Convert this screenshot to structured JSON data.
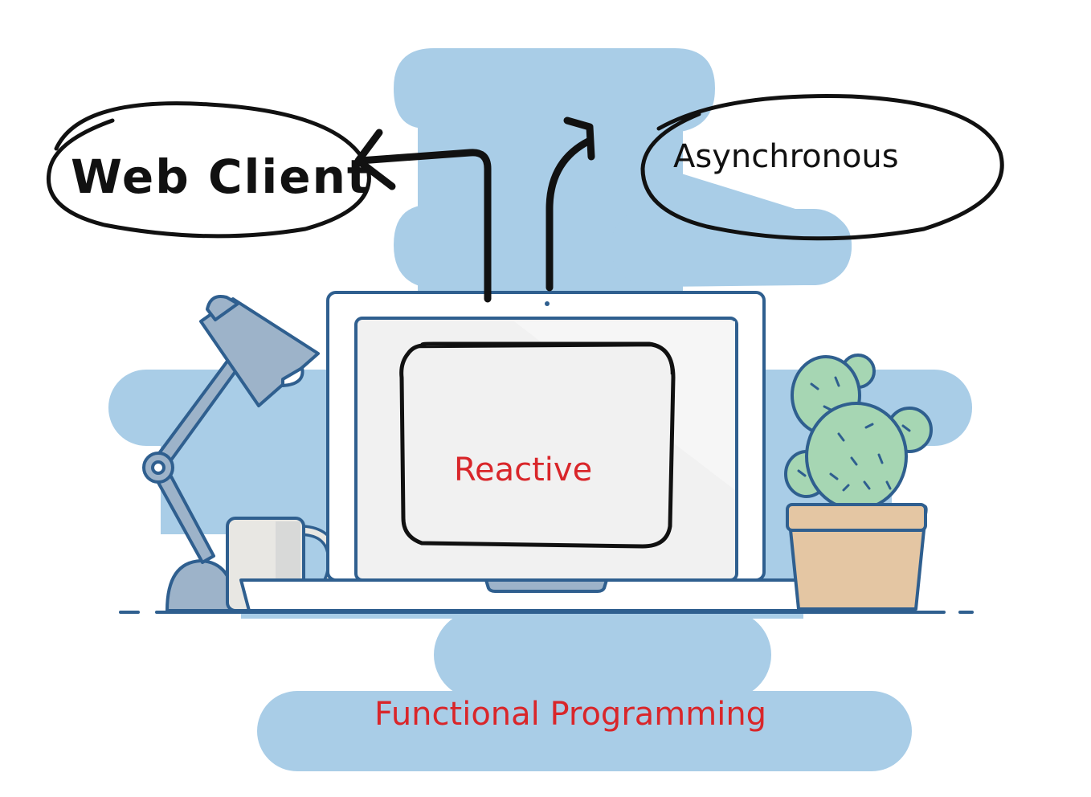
{
  "labels": {
    "web_client": "Web Client",
    "asynchronous": "Asynchronous",
    "reactive": "Reactive",
    "functional_programming": "Functional Programming"
  },
  "colors": {
    "background_blob": "#a9cde7",
    "outline": "#2f5f8f",
    "ink": "#111111",
    "red_text": "#d9262a",
    "laptop_body": "#ffffff",
    "screen": "#f1f1f1",
    "lamp": "#9db3c9",
    "mug": "#e8e7e3",
    "cactus": "#a6d6b3",
    "pot": "#e4c6a3"
  }
}
